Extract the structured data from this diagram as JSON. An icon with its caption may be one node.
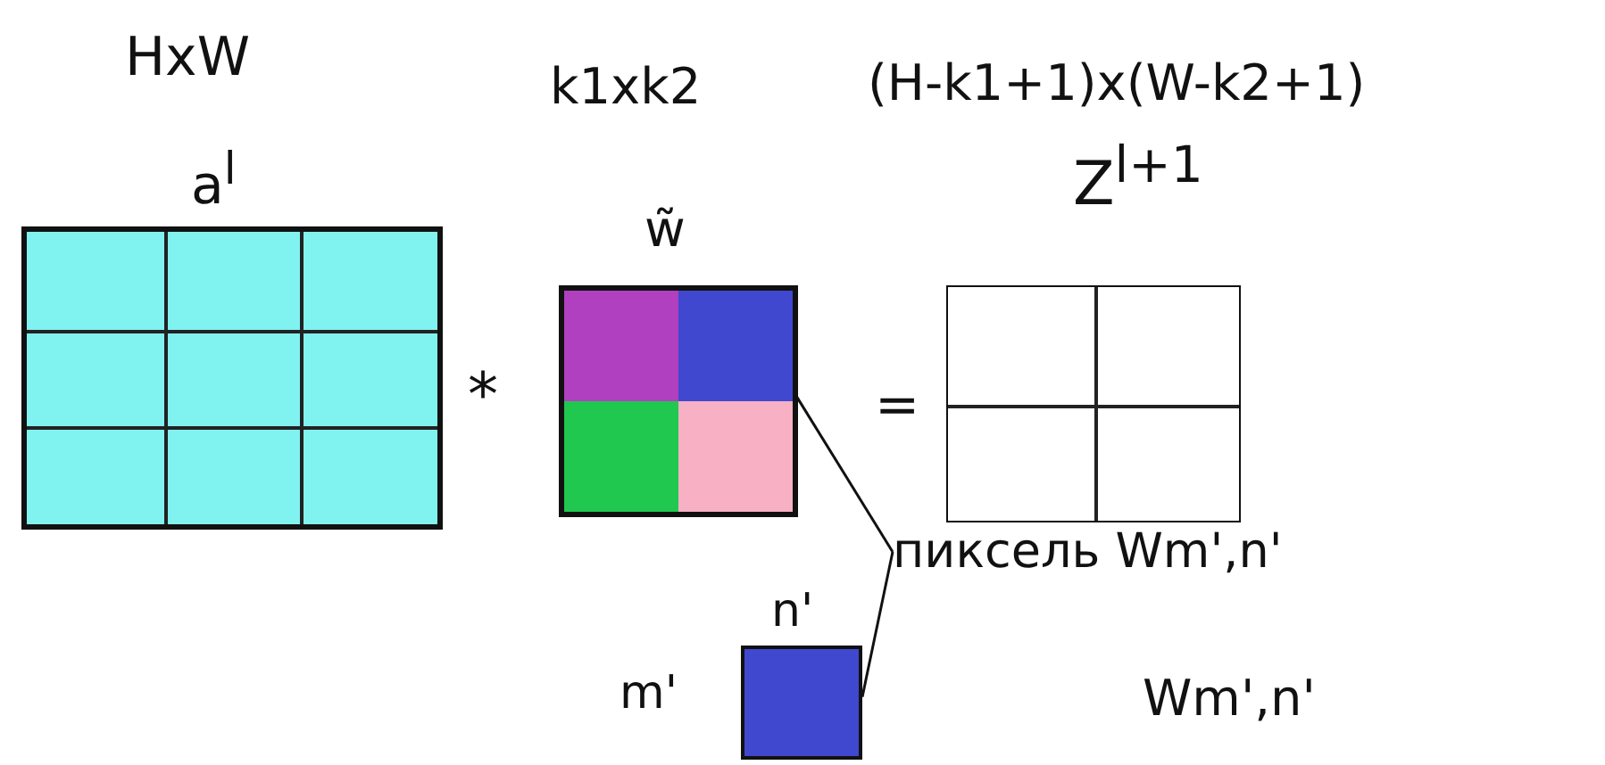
{
  "diagram": {
    "nodes": [
      {
        "text": [
          "HxW",
          "a$^{l}$"
        ]
      },
      {
        "text": [
          "k1xk2",
          "w̃"
        ]
      },
      {
        "text": [],
        "shape": "box",
        "in": 1
      },
      {
        "text": [],
        "shape": "box",
        "in": 1
      },
      {
        "text": [],
        "shape": "box",
        "in": 1
      },
      {
        "text": [],
        "shape": "box",
        "in": 1
      },
      {
        "text": [
          "(H-k1+1)x(W-k2+1)",
          "Z$^{l+1}$"
        ]
      },
      {
        "text": [
          "пиксель Wm',n'"
        ]
      },
      {
        "text": [],
        "shape": "box",
        "beside": [
          "n'",
          "m'"
        ]
      }
    ],
    "edges": [
      {
        "from": 7,
        "to": 3,
        "arrow": "none"
      },
      {
        "from": 7,
        "to": 8,
        "arrow": "none"
      }
    ],
    "labels": [
      "*",
      "=",
      "Wm',n'"
    ]
  }
}
